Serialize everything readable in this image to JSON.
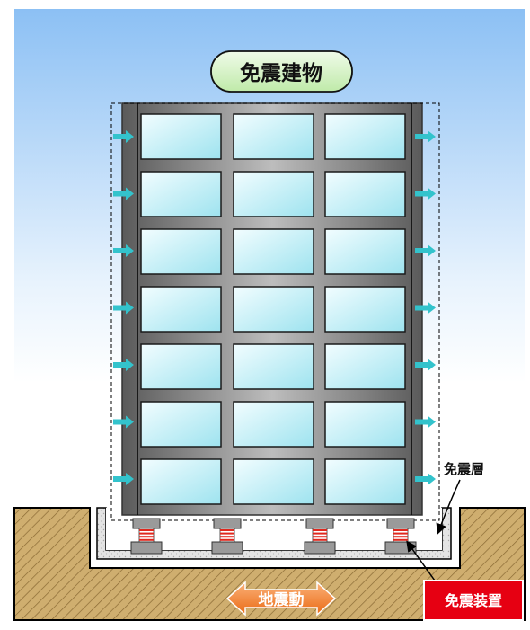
{
  "title": "免震建物",
  "labels": {
    "isolation_layer": "免震層",
    "ground_motion": "地震動",
    "isolation_device": "免震装置"
  },
  "colors": {
    "sky_top": "#8cc0f4",
    "sky_bottom": "#ffffff",
    "title_fill": "#d6f5c8",
    "frame": "#6e6e6e",
    "window_top": "#e6fbff",
    "window_bottom": "#9ee3ef",
    "arrow_cyan": "#33c3cc",
    "ground": "#c9a96a",
    "ground_hatch": "#8a6a34",
    "rubber": "#e0281e",
    "device_label_bg": "#e60012",
    "motion_arrow": "#f07a23"
  },
  "structure": {
    "window_rows": 7,
    "window_columns": 3,
    "isolators": 4,
    "arrows_per_side": 7
  }
}
